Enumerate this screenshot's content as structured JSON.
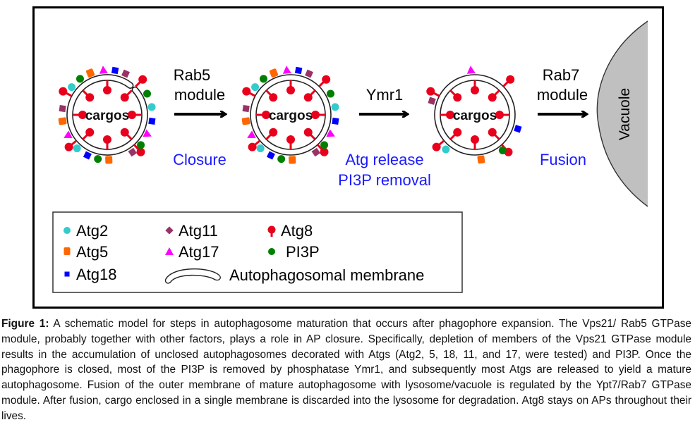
{
  "diagram": {
    "stages": [
      {
        "name": "phagophore",
        "center_label": "cargos",
        "closed": false
      },
      {
        "name": "unclosed-autophagosome",
        "center_label": "cargos",
        "closed": true
      },
      {
        "name": "mature-autophagosome",
        "center_label": "cargos",
        "closed": true
      }
    ],
    "steps": [
      {
        "top": [
          "Rab5",
          "module"
        ],
        "bottom": [
          "Closure"
        ]
      },
      {
        "top": [
          "Ymr1"
        ],
        "bottom": [
          "Atg release",
          "PI3P removal"
        ]
      },
      {
        "top": [
          "Rab7",
          "module"
        ],
        "bottom": [
          "Fusion"
        ]
      }
    ],
    "vacuole_label": "Vacuole",
    "colors": {
      "atg2": "#33cccc",
      "atg5": "#ff6600",
      "atg18": "#0000ff",
      "atg11": "#993366",
      "atg17": "#ff00ff",
      "atg8": "#e8001c",
      "pi3p": "#008000",
      "step_label": "#1a1aff",
      "vacuole": "#c0c0c0"
    }
  },
  "legend": {
    "items": [
      {
        "symbol": "atg2",
        "label": "Atg2"
      },
      {
        "symbol": "atg11",
        "label": "Atg11"
      },
      {
        "symbol": "atg8",
        "label": "Atg8"
      },
      {
        "symbol": "atg5",
        "label": "Atg5"
      },
      {
        "symbol": "atg17",
        "label": "Atg17"
      },
      {
        "symbol": "pi3p",
        "label": "PI3P"
      },
      {
        "symbol": "atg18",
        "label": "Atg18"
      },
      {
        "symbol": "membrane",
        "label": "Autophagosomal membrane"
      }
    ]
  },
  "caption": {
    "label": "Figure 1:",
    "text": "A schematic model for steps in autophagosome maturation that occurs after phagophore expansion. The Vps21/ Rab5 GTPase module, probably together with other factors, plays a role in AP closure. Specifically, depletion of members of the Vps21 GTPase module results in the accumulation of unclosed autophagosomes decorated with Atgs (Atg2, 5, 18, 11, and 17, were tested) and PI3P. Once the phagophore is closed, most of the PI3P is removed by phosphatase Ymr1, and subsequently most Atgs are released to yield a mature autophagosome. Fusion of the outer membrane of mature autophagosome with lysosome/vacuole is regulated by the Ypt7/Rab7 GTPase module. After fusion, cargo enclosed in a single membrane is discarded into the lysosome for degradation. Atg8 stays on APs throughout their lives."
  }
}
